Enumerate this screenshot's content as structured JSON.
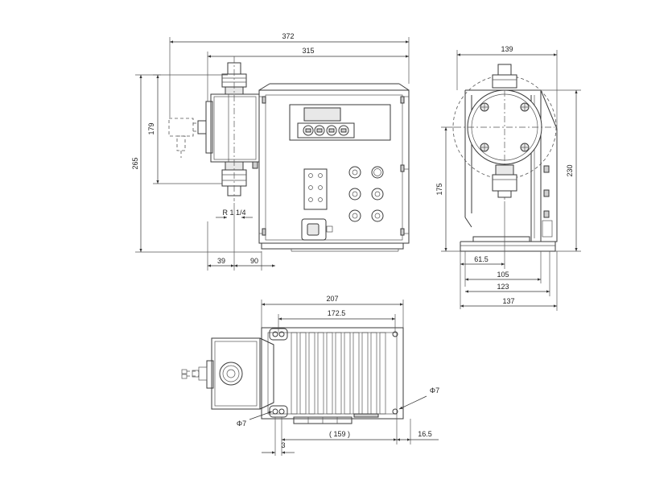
{
  "dimensions": {
    "front_width_total": "372",
    "front_width_body": "315",
    "front_height_total": "265",
    "front_height_connection": "179",
    "thread": "R 1 1/4",
    "front_offset_a": "39",
    "front_offset_b": "90",
    "side_width": "139",
    "side_height_total": "230",
    "side_height_axis": "175",
    "side_base_a": "61.5",
    "side_base_b": "105",
    "side_base_c": "123",
    "side_base_d": "137",
    "top_width_total": "207",
    "top_width_holes": "172.5",
    "hole_diameter_left": "Φ7",
    "hole_diameter_right": "Φ7",
    "top_base_span": "( 159 )",
    "top_offset_small": "3",
    "top_offset_right": "16.5"
  }
}
